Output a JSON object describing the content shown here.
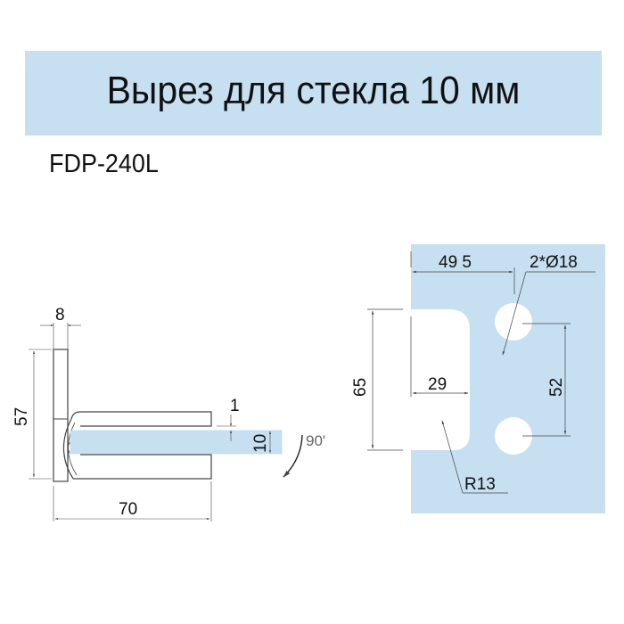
{
  "header": {
    "title": "Вырез для стекла 10 мм",
    "model": "FDP-240L"
  },
  "colors": {
    "banner_bg": "#c6dff1",
    "glass": "#c6dff1",
    "line": "#444444",
    "text": "#111111"
  },
  "side_view": {
    "dims": {
      "width_top": "8",
      "height": "57",
      "length": "70",
      "gap": "1",
      "glass_thickness": "10",
      "rotation": "90'"
    }
  },
  "cutout_view": {
    "dims": {
      "hole_offset": "49 5",
      "holes": "2*Ø18",
      "cut_height": "65",
      "cut_depth": "29",
      "hole_spacing": "52",
      "radius": "R13"
    }
  }
}
